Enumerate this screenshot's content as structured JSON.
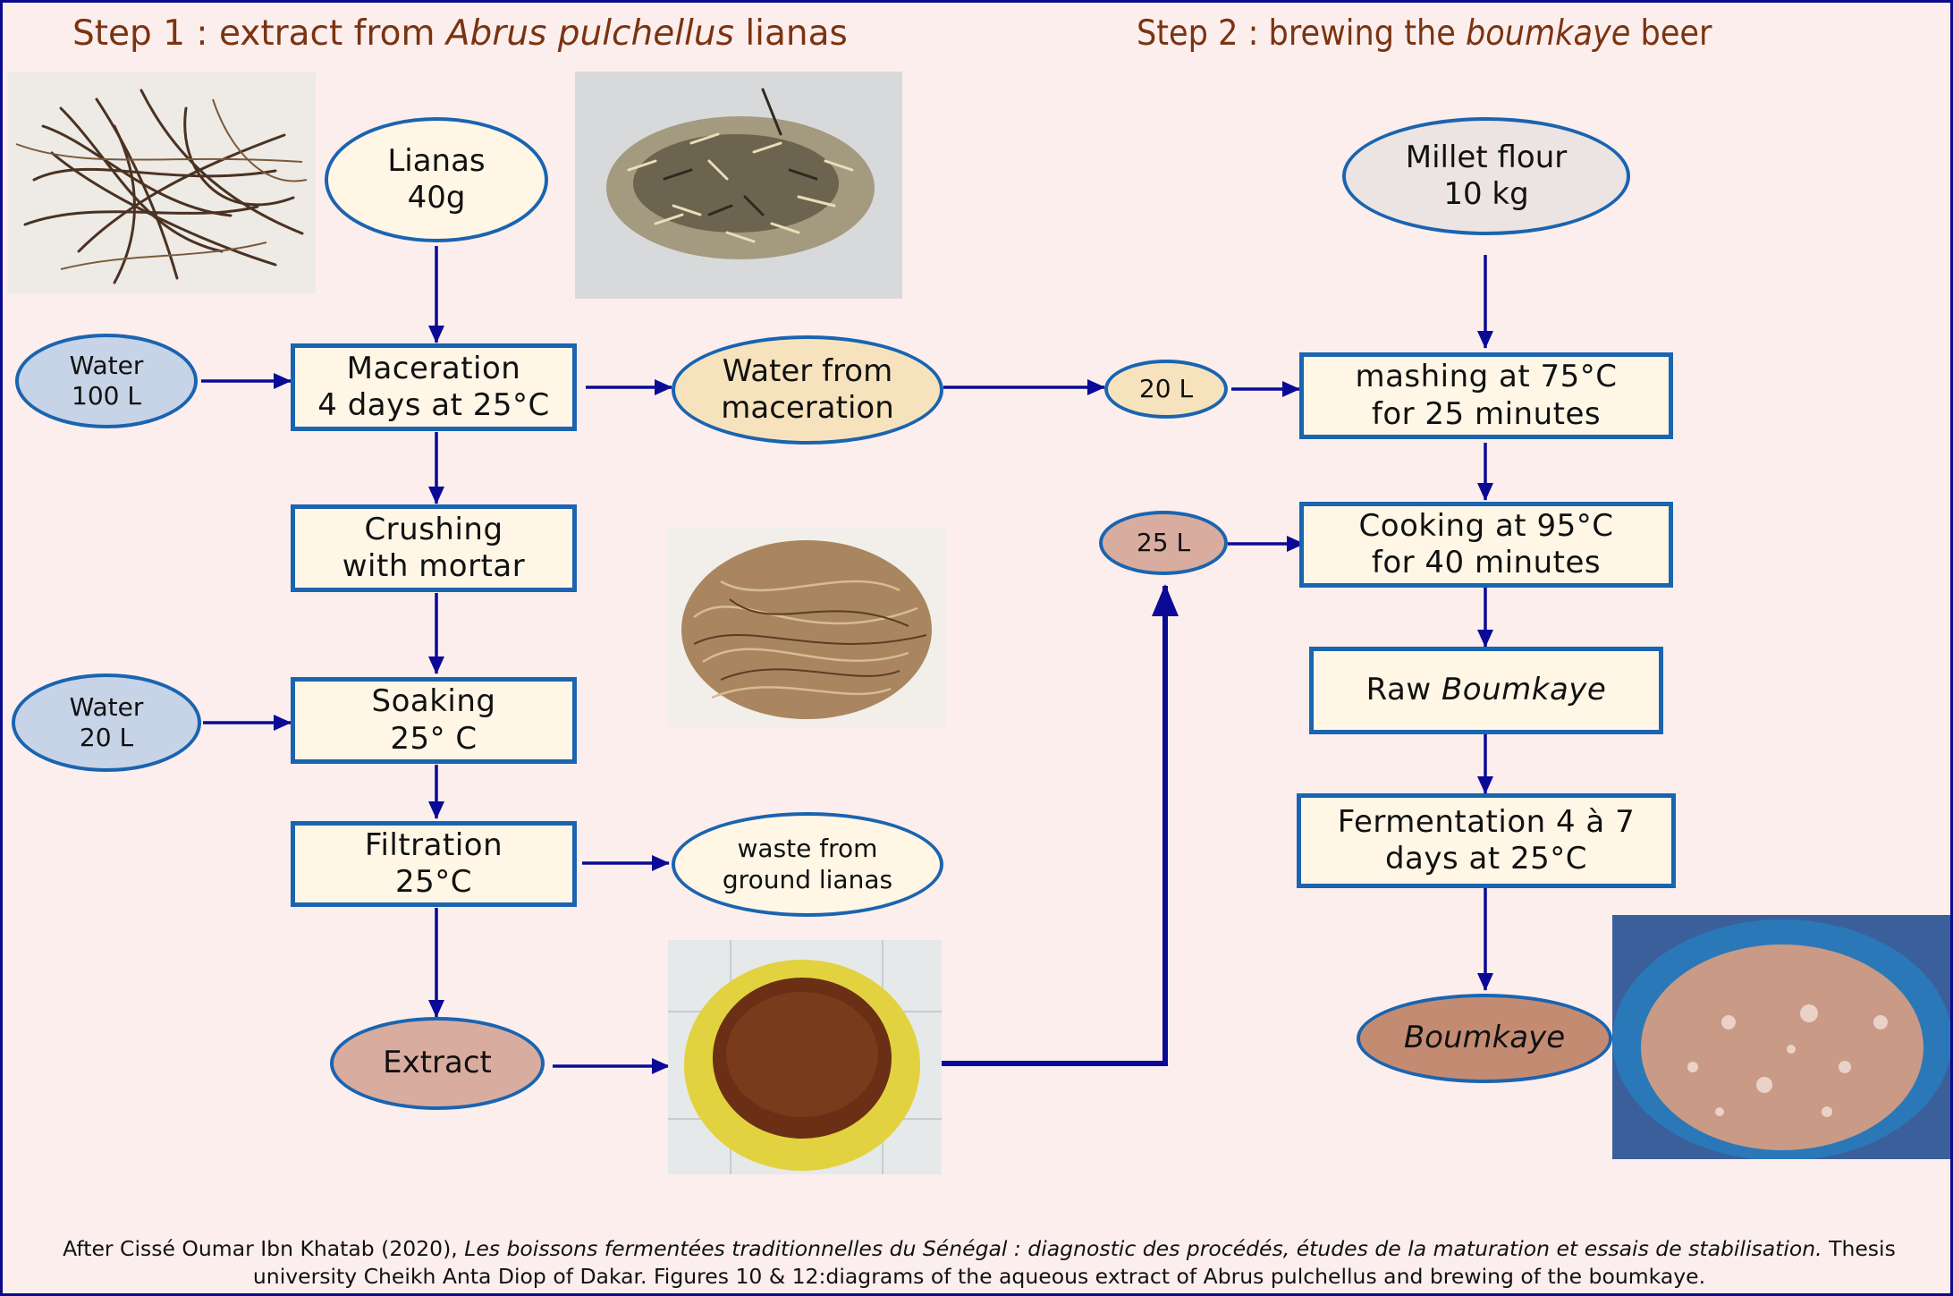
{
  "headings": {
    "step1": {
      "pre": "Step 1 : extract from ",
      "italic": "Abrus pulchellus",
      "post": " lianas"
    },
    "step2": {
      "pre": "Step 2 : brewing the ",
      "italic": "boumkaye",
      "post": " beer"
    }
  },
  "step1": {
    "lianas": [
      "Lianas",
      "40g"
    ],
    "water_100": [
      "Water",
      "100 L"
    ],
    "maceration": [
      "Maceration",
      "4 days at 25°C"
    ],
    "water_from_maceration": [
      "Water from",
      "maceration"
    ],
    "crushing": [
      "Crushing",
      "with mortar"
    ],
    "water_20": [
      "Water",
      "20 L"
    ],
    "soaking": [
      "Soaking",
      "25° C"
    ],
    "filtration": [
      "Filtration",
      "25°C"
    ],
    "waste": [
      "waste from",
      "ground lianas"
    ],
    "extract": "Extract"
  },
  "step2": {
    "millet": [
      "Millet flour",
      "10 kg"
    ],
    "vol_20": "20 L",
    "vol_25": "25 L",
    "mashing": [
      "mashing at 75°C",
      "for 25 minutes"
    ],
    "cooking": [
      "Cooking at 95°C",
      "for 40 minutes"
    ],
    "raw": {
      "pre": "Raw ",
      "italic": "Boumkaye"
    },
    "fermentation": [
      "Fermentation 4 à 7",
      "days at 25°C"
    ],
    "boumkaye": "Boumkaye"
  },
  "caption": {
    "part1": "After Cissé Oumar Ibn Khatab (2020), ",
    "title_italic": "Les boissons fermentées traditionnelles du Sénégal : diagnostic des procédés, études de la maturation et essais de stabilisation.",
    "part2": " Thesis university Cheikh Anta Diop of Dakar. Figures 10 & 12:diagrams of the aqueous extract of Abrus pulchellus and brewing of the boumkaye."
  },
  "colors": {
    "background": "#fdeeee",
    "frame": "#0b0b8c",
    "arrow": "#0a0a96",
    "box_border": "#1a64b0",
    "box_fill": "#fff6e6",
    "heading_text": "#7a3410",
    "water_oval": "#c7d3e6",
    "maceration_oval": "#f6e3bd",
    "extract_oval": "#d9aca0",
    "vol25_oval": "#d9aca0",
    "millet_oval": "#ece4e2",
    "boumkaye_oval": "#c48b73"
  },
  "photos": [
    "dried-lianas-photo",
    "chopped-lianas-photo",
    "crushed-lianas-photo",
    "extract-bucket-photo",
    "boumkaye-barrel-photo"
  ]
}
